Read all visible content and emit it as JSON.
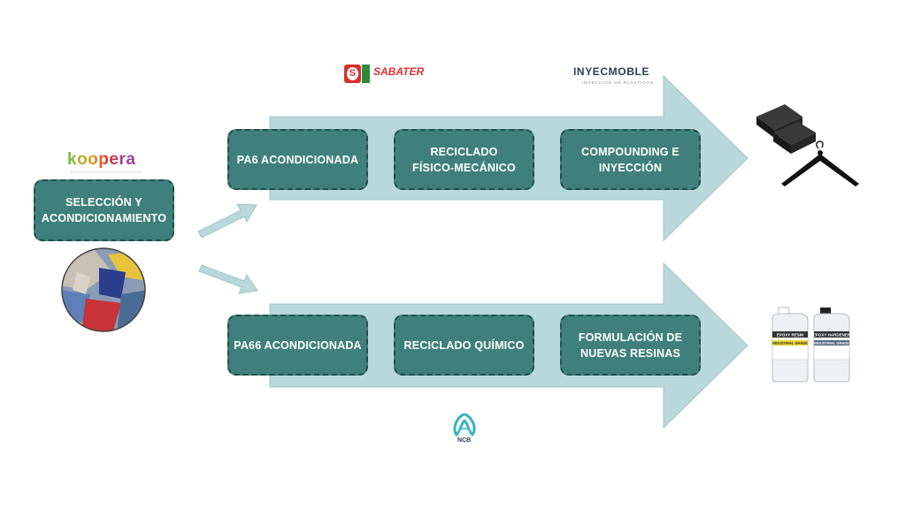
{
  "logos": {
    "koopera": "koopera",
    "sabater": "SABATER",
    "inyecmoble": "INYECMOBLE",
    "inyecmoble_sub": "INYECCIÓN DE PLÁSTICOS",
    "ncb": "NCB"
  },
  "start_box": {
    "label": "SELECCIÓN Y\nACONDICIONAMIENTO"
  },
  "top_row": [
    {
      "label": "PA6 ACONDICIONADA"
    },
    {
      "label": "RECICLADO\nFÍSICO-MECÁNICO"
    },
    {
      "label": "COMPOUNDING E\nINYECCIÓN"
    }
  ],
  "bottom_row": [
    {
      "label": "PA66 ACONDICIONADA"
    },
    {
      "label": "RECICLADO QUÍMICO"
    },
    {
      "label": "FORMULACIÓN DE\nNUEVAS RESINAS"
    }
  ],
  "products": {
    "bottle_1_label": "EPOXY RESIN",
    "bottle_1_sub": "INDUSTRIAL GRADE",
    "bottle_2_label": "EPOXY HARDENER",
    "bottle_2_sub": "INDUSTRIAL GRADE"
  },
  "colors": {
    "box_fill": "#3f807c",
    "box_border": "#1f4f4c",
    "arrow_fill": "#b9d8dc",
    "arrow_stroke": "#9fc6cb"
  }
}
